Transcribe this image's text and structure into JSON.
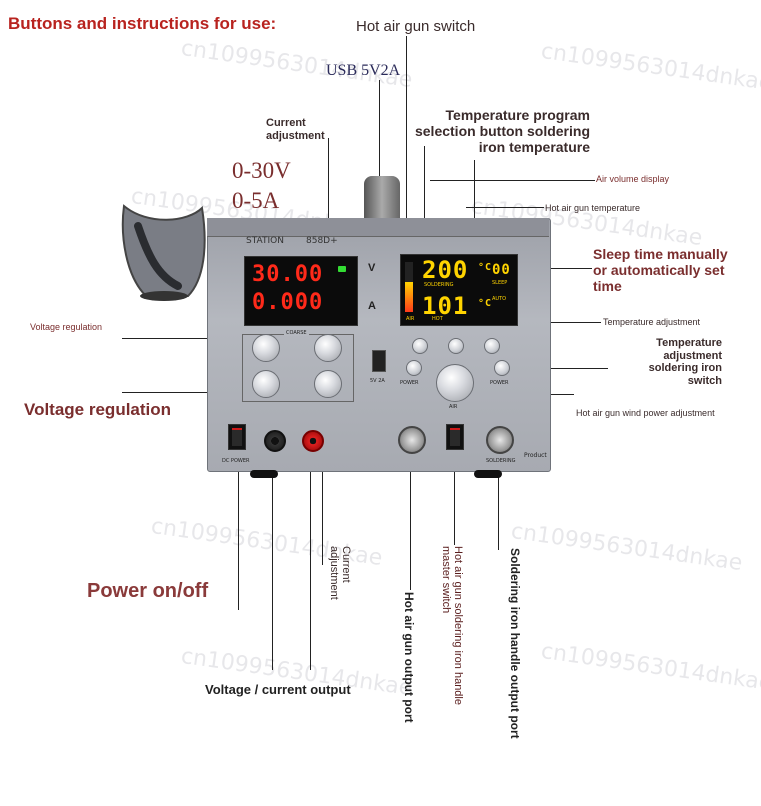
{
  "header": {
    "title": "Buttons and instructions for use:"
  },
  "labels": {
    "hot_air_gun_switch": "Hot air gun switch",
    "usb": "USB 5V2A",
    "current_adjustment_top": "Current\nadjustment",
    "range_v": "0-30V",
    "range_a": "0-5A",
    "temp_program": "Temperature program\nselection button soldering\niron temperature",
    "air_volume_display": "Air volume display",
    "hot_air_gun_temperature": "Hot air gun temperature",
    "sleep_time": "Sleep time manually\nor automatically set\ntime",
    "voltage_regulation_small": "Voltage regulation",
    "temperature_adjustment": "Temperature adjustment",
    "temp_adj_soldering_switch": "Temperature\nadjustment\nsoldering iron\nswitch",
    "voltage_regulation_large": "Voltage regulation",
    "hot_air_wind_power": "Hot air gun wind power adjustment",
    "current_adjustment_vertical": "Current\nadjustment",
    "power_onoff": "Power on/off",
    "hot_air_output_port": "Hot air gun output port",
    "master_switch": "Hot air gun soldering iron handle\nmaster switch",
    "soldering_output_port": "Soldering iron handle output port",
    "voltage_current_output": "Voltage / current output"
  },
  "device": {
    "psu_voltage": "30.00",
    "psu_current": "0.000",
    "unit_v": "V",
    "unit_a": "A",
    "hot_air_temp": "200",
    "hot_air_unit": "°C",
    "soldering_temp": "101",
    "soldering_unit": "°C",
    "airflow": "00",
    "soldering_label": "SOLDERING",
    "sleep_label": "SLEEP",
    "air_label": "AIR",
    "hot_label": "HOT",
    "auto_label": "AUTO",
    "coarse_label": "COARSE",
    "power_label": "POWER",
    "dc_power_label": "DC POWER",
    "usb_label": "5V 2A",
    "solder_port_label": "SOLDERING",
    "product_label": "Product",
    "brand": "STATION",
    "model": "858D+"
  },
  "watermark": "cn1099563014dnkae"
}
